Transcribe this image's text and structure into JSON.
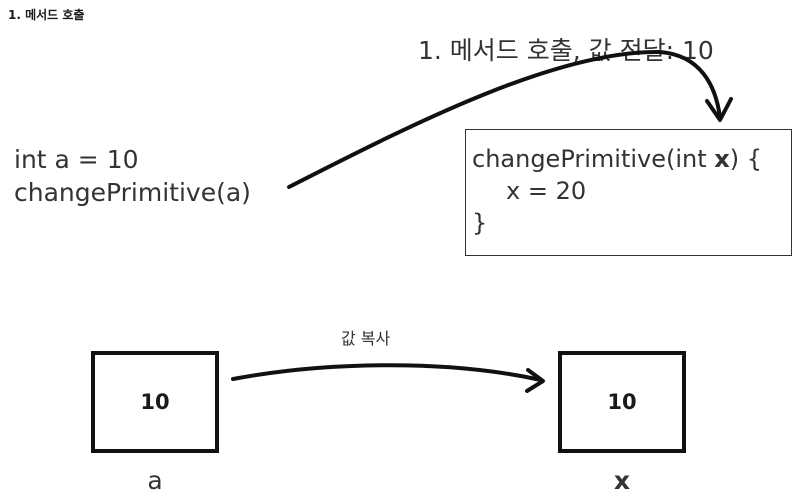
{
  "heading": "1. 메서드 호출",
  "call_arrow_label": "1. 메서드 호출, 값 전달: 10",
  "caller_code": {
    "line1": "int a = 10",
    "line2": "changePrimitive(a)"
  },
  "method_code": {
    "signature_prefix": "changePrimitive(int ",
    "param": "x",
    "signature_suffix": ") {",
    "body": "x = 20",
    "close": "}"
  },
  "copy_arrow_label": "값 복사",
  "variables": [
    {
      "name": "a",
      "value": "10"
    },
    {
      "name": "x",
      "value": "10"
    }
  ],
  "colors": {
    "text": "#333333",
    "box_border": "#111111",
    "arrow": "#111111"
  }
}
